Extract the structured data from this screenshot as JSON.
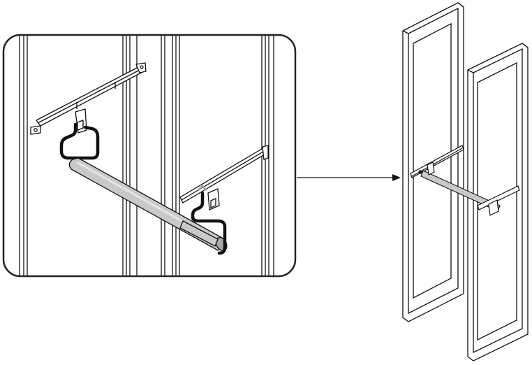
{
  "figure": {
    "kind": "assembly-instruction",
    "colors": {
      "line": "#111111",
      "fill": "#ffffff",
      "rail": "#c9c9c9",
      "rail_shade": "#a8a8a8",
      "rail_highlight": "#e4e4e4",
      "detail_border": "#222222"
    },
    "icons": [
      "detail-view",
      "frame-panel",
      "hanging-rail",
      "rail-bracket",
      "mounting-bracket",
      "motion-arrow",
      "callout-arrow"
    ]
  }
}
